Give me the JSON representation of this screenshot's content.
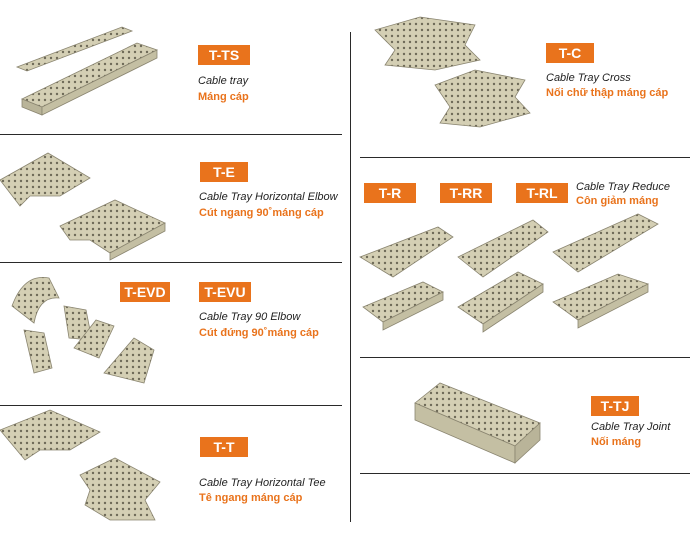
{
  "products": {
    "ts": {
      "code": "T-TS",
      "en": "Cable tray",
      "vi": "Máng cáp"
    },
    "e": {
      "code": "T-E",
      "en": "Cable Tray Horizontal Elbow",
      "vi": "Cút ngang 90˚máng cáp"
    },
    "evd": {
      "code": "T-EVD"
    },
    "evu": {
      "code": "T-EVU",
      "en": "Cable Tray 90 Elbow",
      "vi": "Cút đứng 90˚máng cáp"
    },
    "t": {
      "code": "T-T",
      "en": "Cable Tray Horizontal Tee",
      "vi": "Tê ngang máng cáp"
    },
    "c": {
      "code": "T-C",
      "en": "Cable Tray Cross",
      "vi": "Nối chữ thập máng cáp"
    },
    "r": {
      "code": "T-R"
    },
    "rr": {
      "code": "T-RR"
    },
    "rl": {
      "code": "T-RL",
      "en": "Cable Tray Reduce",
      "vi": "Côn giảm máng"
    },
    "tj": {
      "code": "T-TJ",
      "en": "Cable Tray Joint",
      "vi": "Nối máng"
    }
  },
  "colors": {
    "accent": "#e9731c",
    "metal": "#d4cfb4",
    "metal_dark": "#a9a488",
    "rule": "#2a2a2a"
  }
}
